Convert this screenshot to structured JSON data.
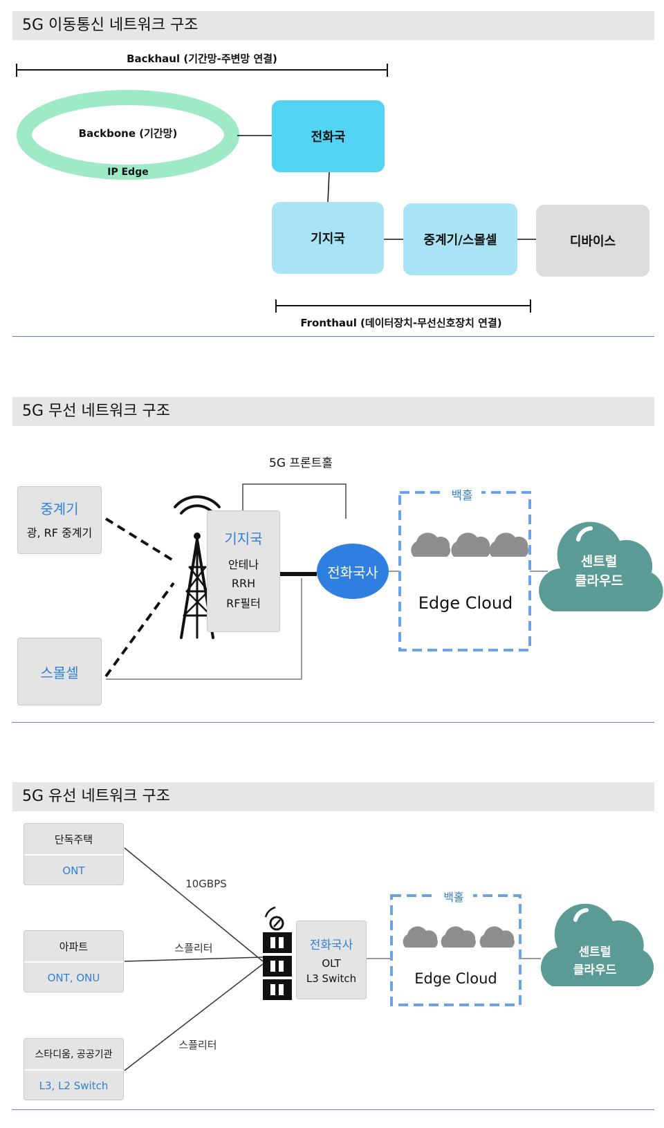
{
  "section1": {
    "header": "5G 이동통신 네트워크 구조",
    "backhaul_label": "Backhaul (기간망-주변망 연결)",
    "backbone_label": "Backbone (기간망)",
    "ip_edge_label": "IP Edge",
    "central_office": "전화국",
    "base_station": "기지국",
    "repeater_smallcell": "중계기/스몰셀",
    "device": "디바이스",
    "fronthaul_label": "Fronthaul (데이터장치-무선신호장치 연결)",
    "colors": {
      "ring": "#9ee9c6",
      "central_office": "#53d4f5",
      "light_blue": "#a9e4f6",
      "device": "#dcdcdc"
    }
  },
  "section2": {
    "header": "5G 무선 네트워크 구조",
    "fronthaul_label": "5G 프론트홀",
    "repeater_title": "중계기",
    "repeater_sub": "광, RF 중계기",
    "smallcell": "스몰셀",
    "base_station_title": "기지국",
    "base_station_lines": [
      "안테나",
      "RRH",
      "RF필터"
    ],
    "central_office": "전화국사",
    "backhaul_label": "백홀",
    "edge_cloud": "Edge Cloud",
    "central_cloud_lines": [
      "센트럴",
      "클라우드"
    ],
    "colors": {
      "accent_blue": "#2f80d6",
      "office": "#2e7fe0",
      "cloud_teal": "#5a9b96",
      "cloud_grey": "#8e8e8e",
      "dash": "#6aa3e8"
    }
  },
  "section3": {
    "header": "5G 유선 네트워크 구조",
    "homes": [
      {
        "title": "단독주택",
        "sub": "ONT"
      },
      {
        "title": "아파트",
        "sub": "ONT, ONU"
      },
      {
        "title": "스타디움, 공공기관",
        "sub": "L3, L2 Switch"
      }
    ],
    "speed_label": "10GBPS",
    "splitter_label_1": "스플리터",
    "splitter_label_2": "스플리터",
    "office_title": "전화국사",
    "office_lines": [
      "OLT",
      "L3 Switch"
    ],
    "backhaul_label": "백홀",
    "edge_cloud": "Edge Cloud",
    "central_cloud_lines": [
      "센트럴",
      "클라우드"
    ]
  }
}
